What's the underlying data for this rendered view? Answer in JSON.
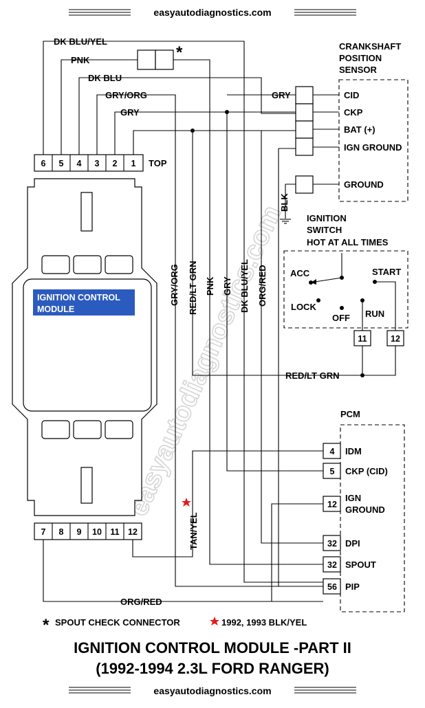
{
  "site": {
    "top": "easyautodiagnostics.com",
    "bottom": "easyautodiagnostics.com",
    "watermark": "easyautodiagnostics.com"
  },
  "title": {
    "line1": "IGNITION CONTROL MODULE -PART II",
    "line2": "(1992-1994 2.3L FORD RANGER)"
  },
  "module": {
    "label_line1": "IGNITION CONTROL",
    "label_line2": "MODULE",
    "top_label": "TOP",
    "top_pins": [
      "6",
      "5",
      "4",
      "3",
      "2",
      "1"
    ],
    "bottom_pins": [
      "7",
      "8",
      "9",
      "10",
      "11",
      "12"
    ]
  },
  "crankshaft_sensor": {
    "title_line1": "CRANKSHAFT",
    "title_line2": "POSITION",
    "title_line3": "SENSOR",
    "terminals": [
      "CID",
      "CKP",
      "BAT (+)",
      "IGN GROUND"
    ],
    "ground": "GROUND",
    "ground_wire": "BLK"
  },
  "ignition_switch": {
    "title_line1": "IGNITION",
    "title_line2": "SWITCH",
    "title_line3": "HOT AT ALL TIMES",
    "positions": {
      "acc": "ACC",
      "lock": "LOCK",
      "off": "OFF",
      "run": "RUN",
      "start": "START"
    },
    "terminals": [
      "11",
      "12"
    ]
  },
  "pcm": {
    "title": "PCM",
    "pins": [
      {
        "pin": "4",
        "label": "IDM"
      },
      {
        "pin": "5",
        "label": "CKP (CID)"
      },
      {
        "pin": "12",
        "label": "IGN",
        "label2": "GROUND"
      },
      {
        "pin": "32",
        "label": "DPI"
      },
      {
        "pin": "32",
        "label": "SPOUT"
      },
      {
        "pin": "56",
        "label": "PIP"
      }
    ]
  },
  "wires": {
    "dk_blu_yel": "DK BLU/YEL",
    "pnk": "PNK",
    "dk_blu": "DK BLU",
    "gry_org": "GRY/ORG",
    "gry": "GRY",
    "gry_sensor": "GRY",
    "red_lt_grn": "RED/LT GRN",
    "tan_yel": "TAN/YEL",
    "org_red": "ORG/RED",
    "org_red_bottom": "ORG/RED",
    "red_lt_grn_h": "RED/LT GRN"
  },
  "legend": {
    "spout_symbol": "*",
    "spout_note": "SPOUT CHECK CONNECTOR",
    "star_note": "1992, 1993 BLK/YEL"
  },
  "colors": {
    "line": "#000000",
    "module_label_bg": "#2c5bbf",
    "star": "#e31b1b",
    "watermark": "#c8c8c8"
  }
}
